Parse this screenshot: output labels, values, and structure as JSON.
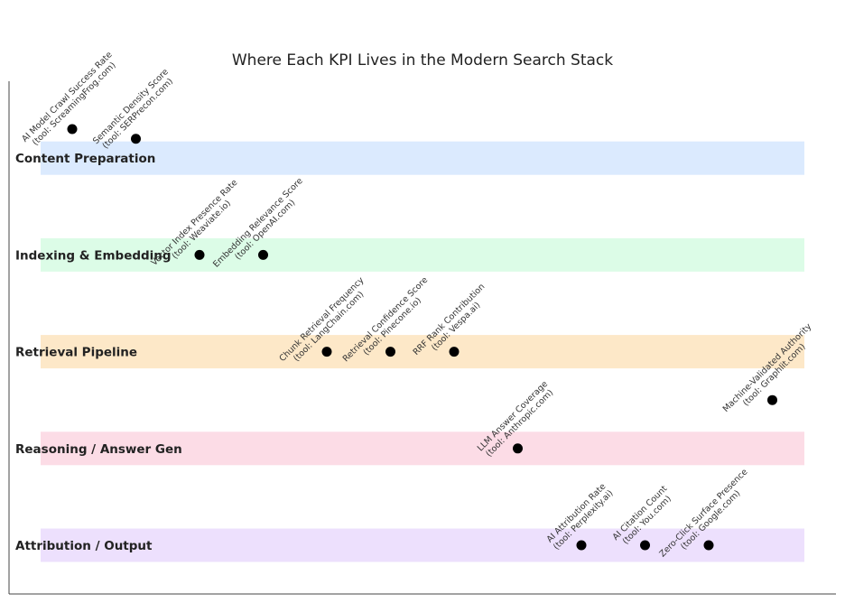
{
  "chart_data": {
    "type": "scatter",
    "title": "Where Each KPI Lives in the Modern Search Stack",
    "xlabel": "",
    "ylabel": "",
    "xlim": [
      0,
      12.5
    ],
    "ylim": [
      0.5,
      5.6
    ],
    "grid": false,
    "legend": "none",
    "bands": [
      {
        "label": "Content Preparation",
        "y": 5,
        "color": "#dbeafe"
      },
      {
        "label": "Indexing & Embedding",
        "y": 4,
        "color": "#dcfce7"
      },
      {
        "label": "Retrieval Pipeline",
        "y": 3,
        "color": "#fde8c8"
      },
      {
        "label": "Reasoning / Answer Gen",
        "y": 2,
        "color": "#fcdce6"
      },
      {
        "label": "Attribution / Output",
        "y": 1,
        "color": "#ede0fd"
      }
    ],
    "points": [
      {
        "x": 1,
        "y": 5.3,
        "name": "AI Model Crawl Success Rate",
        "tool": "(tool: ScreamingFrog.com)"
      },
      {
        "x": 2,
        "y": 5.2,
        "name": "Semantic Density Score",
        "tool": "(tool: SERPrecon.com)"
      },
      {
        "x": 3,
        "y": 4,
        "name": "Vector Index Presence Rate",
        "tool": "(tool: Weaviate.io)"
      },
      {
        "x": 4,
        "y": 4,
        "name": "Embedding Relevance Score",
        "tool": "(tool: OpenAI.com)"
      },
      {
        "x": 5,
        "y": 3,
        "name": "Chunk Retrieval Frequency",
        "tool": "(tool: LangChain.com)"
      },
      {
        "x": 6,
        "y": 3,
        "name": "Retrieval Confidence Score",
        "tool": "(tool: Pinecone.io)"
      },
      {
        "x": 7,
        "y": 3,
        "name": "RRF Rank Contribution",
        "tool": "(tool: Vespa.ai)"
      },
      {
        "x": 8,
        "y": 2,
        "name": "LLM Answer Coverage",
        "tool": "(tool: Anthropic.com)"
      },
      {
        "x": 9,
        "y": 1,
        "name": "AI Attribution Rate",
        "tool": "(tool: Perplexity.ai)"
      },
      {
        "x": 10,
        "y": 1,
        "name": "AI Citation Count",
        "tool": "(tool: You.com)"
      },
      {
        "x": 11,
        "y": 1,
        "name": "Zero-Click Surface Presence",
        "tool": "(tool: Google.com)"
      },
      {
        "x": 12,
        "y": 2.5,
        "name": "Machine-Validated Authority",
        "tool": "(tool: Graphlit.com)"
      }
    ]
  }
}
